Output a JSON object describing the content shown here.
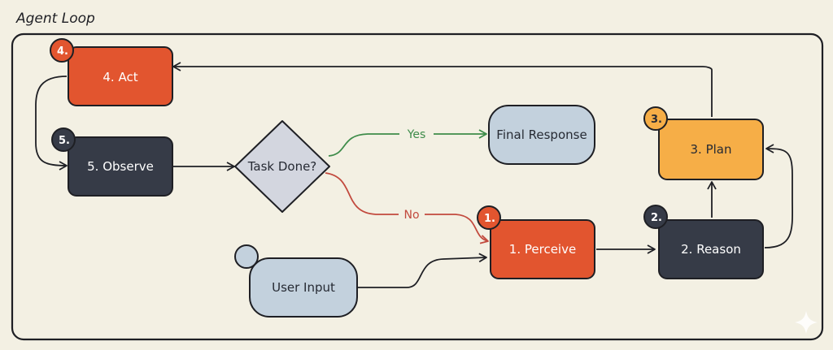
{
  "title": "Agent Loop",
  "colors": {
    "background": "#f3f0e3",
    "orange": "#e2552f",
    "dark": "#363b47",
    "yellow": "#f6ae47",
    "light_blue": "#c3d1dd",
    "diamond": "#d3d6df",
    "outline": "#1e1f24",
    "yes_edge": "#3e8c4a",
    "no_edge": "#c24a3e"
  },
  "nodes": {
    "act": {
      "label": "4. Act",
      "badge": "4."
    },
    "observe": {
      "label": "5. Observe",
      "badge": "5."
    },
    "decision": {
      "label": "Task Done?"
    },
    "final": {
      "label": "Final Response"
    },
    "plan": {
      "label": "3. Plan",
      "badge": "3."
    },
    "reason": {
      "label": "2. Reason",
      "badge": "2."
    },
    "perceive": {
      "label": "1. Perceive",
      "badge": "1."
    },
    "user_input": {
      "label": "User Input"
    }
  },
  "edges": {
    "yes": "Yes",
    "no": "No"
  }
}
